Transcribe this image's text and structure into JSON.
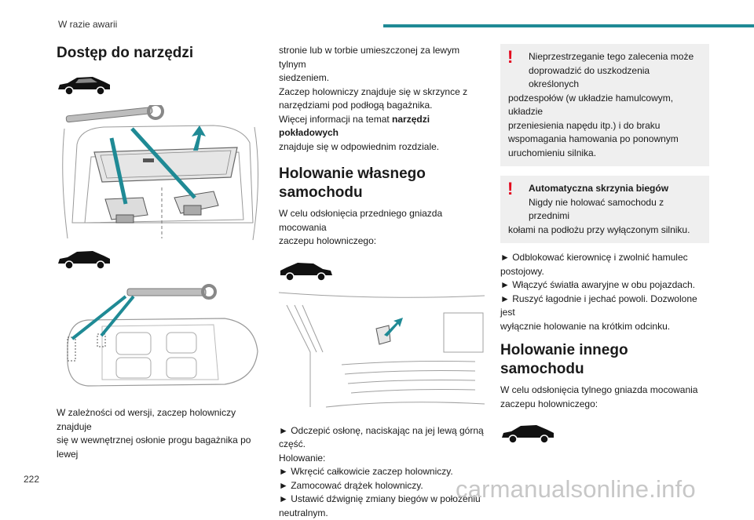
{
  "header": {
    "section": "W razie awarii"
  },
  "page_number": "222",
  "watermark": "carmanualsonline.info",
  "col1": {
    "title": "Dostęp do narzędzi",
    "para_l1": "W zależności od wersji, zaczep holowniczy znajduje",
    "para_l2": "się w wewnętrznej osłonie progu bagażnika po lewej"
  },
  "col2": {
    "cont_l1": "stronie lub w torbie umieszczonej za lewym tylnym",
    "cont_l2": "siedzeniem.",
    "cont_l3": "Zaczep holowniczy znajduje się w skrzynce z",
    "cont_l4": "narzędziami pod podłogą bagażnika.",
    "cont_l5_pre": "Więcej informacji na temat ",
    "cont_l5_bold": "narzędzi pokładowych",
    "cont_l6": "znajduje się w odpowiednim rozdziale.",
    "title_l1": "Holowanie własnego",
    "title_l2": "samochodu",
    "intro_l1": "W celu odsłonięcia przedniego gniazda mocowania",
    "intro_l2": "zaczepu holowniczego:",
    "step_l1": "► Odczepić osłonę, naciskając na jej lewą górną",
    "step_l2": "część.",
    "towing_label": "Holowanie:",
    "step2": "► Wkręcić całkowicie zaczep holowniczy.",
    "step3": "► Zamocować drążek holowniczy.",
    "step4_l1": "► Ustawić dźwignię zmiany biegów w położeniu",
    "step4_l2": "neutralnym."
  },
  "col3": {
    "warn1_l1": "Nieprzestrzeganie tego zalecenia może",
    "warn1_l2": "doprowadzić do uszkodzenia określonych",
    "warn1_l3": "podzespołów (w układzie hamulcowym, układzie",
    "warn1_l4": "przeniesienia napędu itp.) i do braku",
    "warn1_l5": "wspomagania hamowania po ponownym",
    "warn1_l6": "uruchomieniu silnika.",
    "warn2_title": "Automatyczna skrzynia biegów",
    "warn2_l1": "Nigdy nie holować samochodu z przednimi",
    "warn2_l2": "kołami na podłożu przy wyłączonym silniku.",
    "b1_l1": "► Odblokować kierownicę i zwolnić hamulec",
    "b1_l2": "postojowy.",
    "b2": "► Włączyć światła awaryjne w obu pojazdach.",
    "b3_l1": "► Ruszyć łagodnie i jechać powoli. Dozwolone jest",
    "b3_l2": "wyłącznie holowanie na krótkim odcinku.",
    "title": "Holowanie innego samochodu",
    "intro_l1": "W celu odsłonięcia tylnego gniazda mocowania",
    "intro_l2": "zaczepu holowniczego:"
  },
  "colors": {
    "accent": "#1f8a95",
    "warning": "#e3001b",
    "box_bg": "#efefef"
  },
  "icons": [
    "car-silhouette-icon",
    "warning-exclamation-icon",
    "arrow-icon"
  ]
}
